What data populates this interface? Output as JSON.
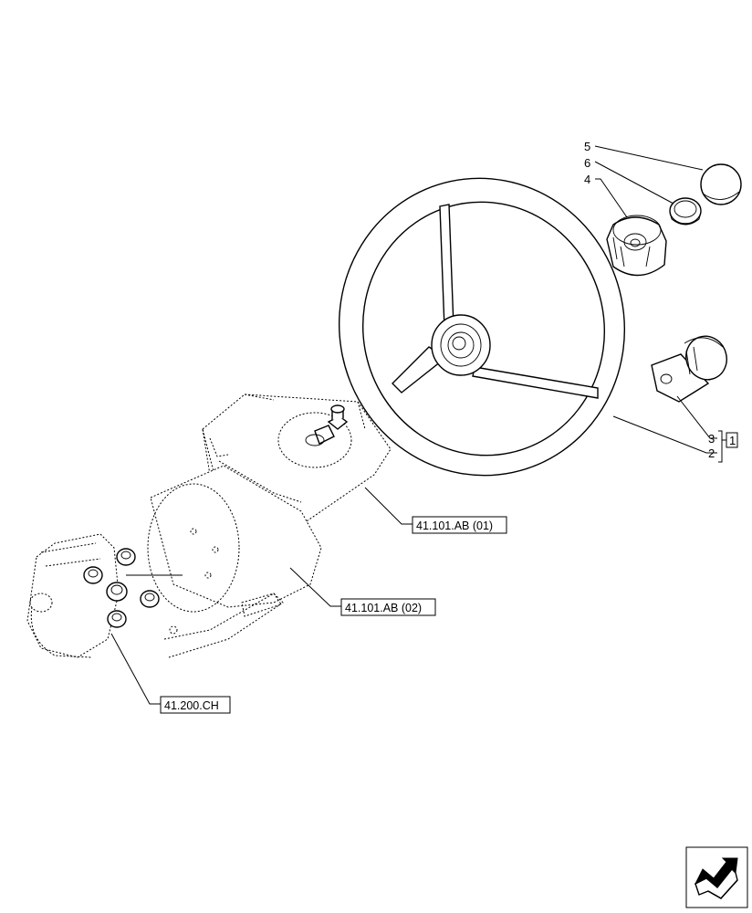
{
  "callouts": {
    "item_5": "5",
    "item_6": "6",
    "item_4": "4",
    "item_3": "3",
    "item_2": "2",
    "item_1": "1"
  },
  "references": {
    "ref_steering_cover": "41.101.AB (01)",
    "ref_steering_column": "41.101.AB (02)",
    "ref_valve_block": "41.200.CH"
  },
  "icons": {
    "nav_icon": "next-page-arrow-icon"
  }
}
